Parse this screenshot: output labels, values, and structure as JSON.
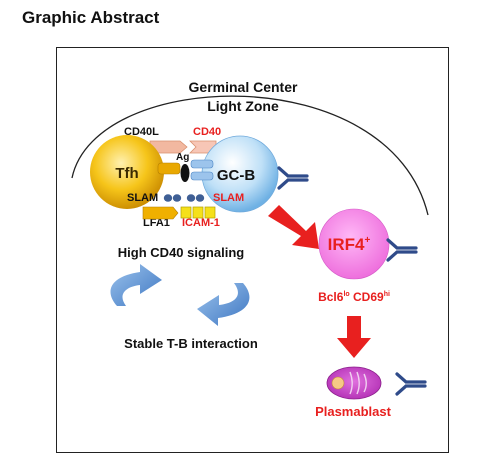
{
  "heading": "Graphic Abstract",
  "zone_title_line1": "Germinal Center",
  "zone_title_line2": "Light Zone",
  "tfh_label": "Tfh",
  "gcb_label": "GC-B",
  "cd40l_label": "CD40L",
  "cd40_label": "CD40",
  "ag_label": "Ag",
  "slam_left_label": "SLAM",
  "slam_right_label": "SLAM",
  "lfa1_label": "LFA1",
  "icam1_label": "ICAM-1",
  "signaling_label": "High CD40 signaling",
  "interaction_label": "Stable T-B interaction",
  "irf4_main": "IRF4",
  "irf4_sup": "+",
  "bcl6_main": "Bcl6",
  "bcl6_sup": "lo",
  "cd69_main": " CD69",
  "cd69_sup": "hi",
  "plasmablast_label": "Plasmablast",
  "colors": {
    "red": "#e8201f",
    "tfh": "#f0b000",
    "gcb": "#a6d2f2",
    "irf4_cell": "#f47fe6",
    "plasmablast": "#c83fc6",
    "antibody": "#2f4b8a",
    "circle_arrows": "#5b8fcf",
    "icam": "#f5e01a",
    "cd40l": "#f2b8a0"
  },
  "icons": [
    "antibody-icon",
    "circular-arrows-icon",
    "red-arrow-icon"
  ]
}
